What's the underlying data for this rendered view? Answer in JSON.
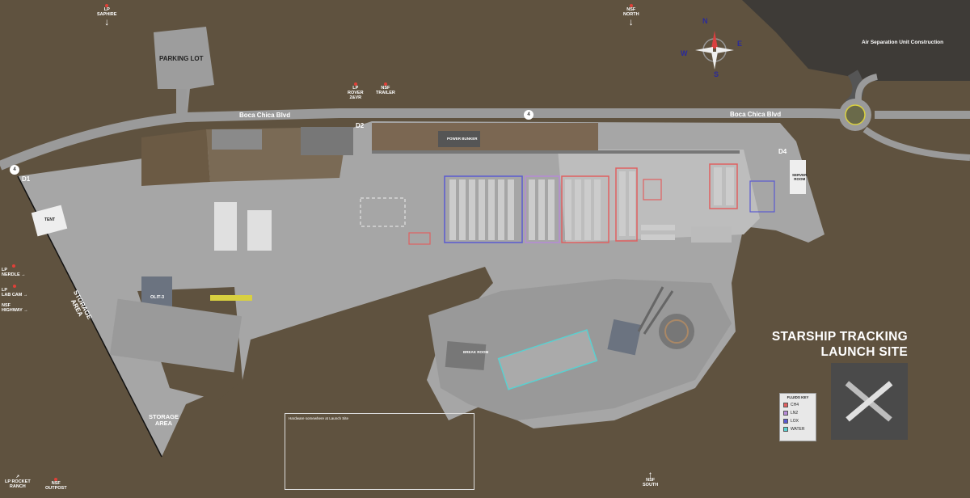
{
  "site_title": "STARSHIP TRACKING\nLAUNCH SITE",
  "roads": {
    "left_label": "Boca Chica Blvd",
    "right_label": "Boca Chica Blvd",
    "route_badge": "4"
  },
  "doors": {
    "d1": "D1",
    "d2": "D2",
    "d4": "D4"
  },
  "areas": {
    "parking": "PARKING LOT",
    "air_sep": "Air Separation Unit Construction",
    "storage_top": "STORAGE\nAREA",
    "storage_bottom": "STORAGE\nAREA",
    "tent": "TENT",
    "power_bunker": "POWER BUNKER",
    "break_room": "BREAK ROOM",
    "server_room": "SERVER\nROOM",
    "olit": "OLIT-3"
  },
  "cameras": {
    "lp_saphire": "LP\nSAPHIRE",
    "nsf_north": "NSF\nNORTH",
    "lp_rover": "LP\nROVER\n2&VR",
    "nsf_trailer": "NSF\nTRAILER",
    "lp_nerdle": "LP\nNERDLE",
    "lp_lab_cam": "LP\nLAB CAM",
    "nsf_highway": "NSF\nHIGHWAY",
    "lp_rocket_ranch": "LP ROCKET\nRANCH",
    "nsf_outpost": "NSF\nOUTPOST",
    "nsf_south": "NSF\nSOUTH"
  },
  "compass": {
    "n": "N",
    "e": "E",
    "s": "S",
    "w": "W"
  },
  "legend": {
    "title": "FLUIDS KEY",
    "items": [
      {
        "label": "CH4",
        "color": "#e06060"
      },
      {
        "label": "LN2",
        "color": "#b58ad6"
      },
      {
        "label": "LOX",
        "color": "#5a5ad0"
      },
      {
        "label": "WATER",
        "color": "#5ad0d0"
      }
    ]
  },
  "notes_box": {
    "title": "Hardware somewhere at Launch Site"
  },
  "colors": {
    "dirt": "#5f523f",
    "road": "#9a9a9a",
    "pad": "#a8a8a8",
    "asu": "#3e3b37"
  }
}
